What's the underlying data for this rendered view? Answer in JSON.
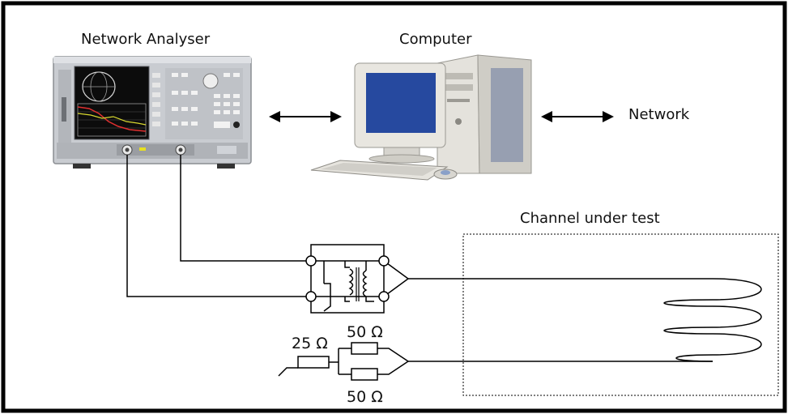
{
  "labels": {
    "network_analyser": "Network Analyser",
    "computer": "Computer",
    "network": "Network",
    "channel_under_test": "Channel under test",
    "r25": "25 Ω",
    "r50_top": "50 Ω",
    "r50_bottom": "50 Ω"
  },
  "colors": {
    "frame": "#000000",
    "line": "#000000",
    "analyser_body": "#c9ccd1",
    "analyser_screen": "#0c0c0c",
    "monitor_screen": "#1a3a8f",
    "tower": "#d8d6cf"
  }
}
